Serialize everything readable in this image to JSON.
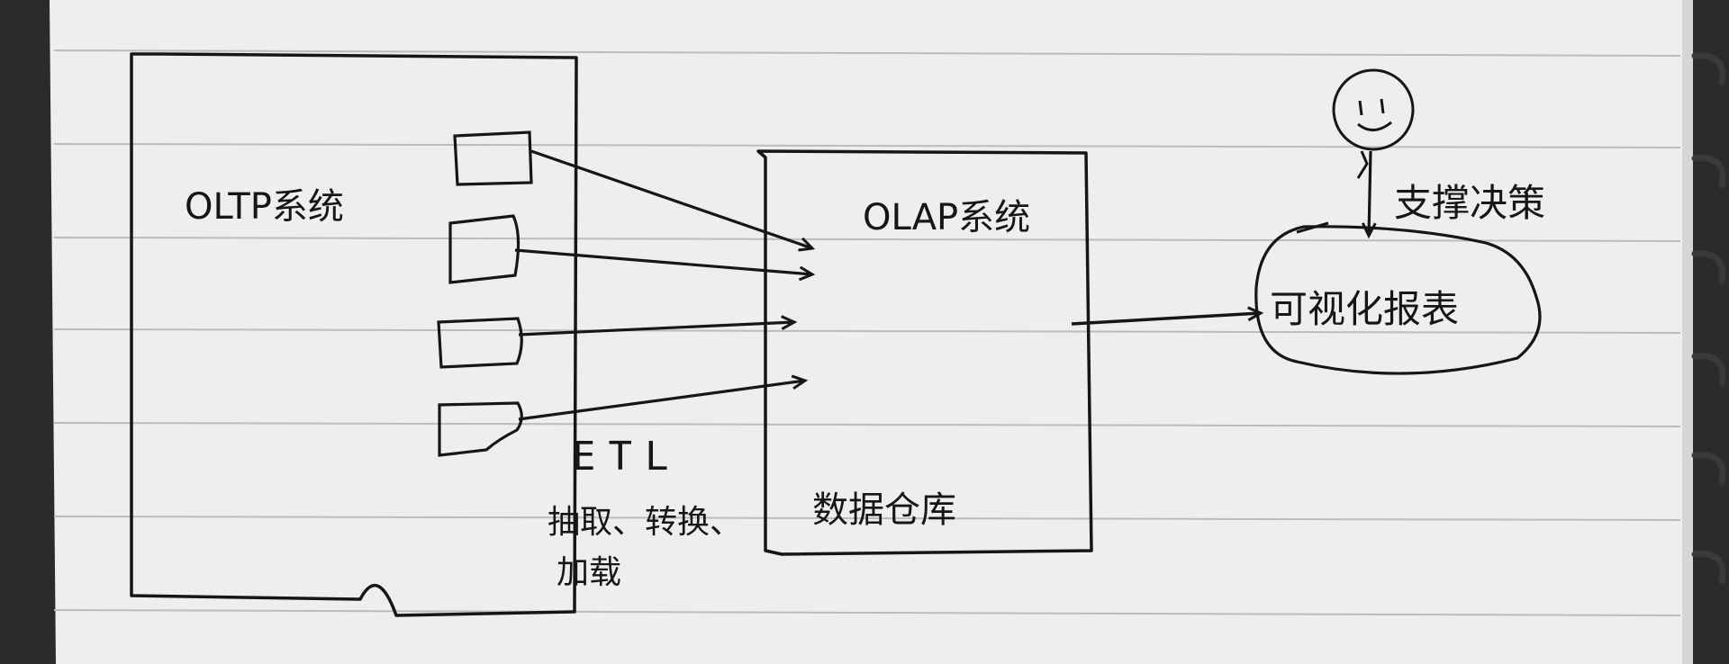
{
  "diagram": {
    "oltp_system_label": "OLTP系统",
    "olap_system_label": "OLAP系统",
    "data_warehouse_label": "数据仓库",
    "etl_label": "ETL",
    "etl_desc_line1": "抽取、转换、",
    "etl_desc_line2": "加载",
    "report_label": "可视化报表",
    "decision_label": "支撑决策"
  },
  "colors": {
    "paper": "#eeeeec",
    "ink": "#161616",
    "ruled_line": "#b9bcc0",
    "ring": "#3a3a3a"
  },
  "icons": {
    "user": "smiley-person-icon",
    "binding": "spiral-ring-icon"
  }
}
